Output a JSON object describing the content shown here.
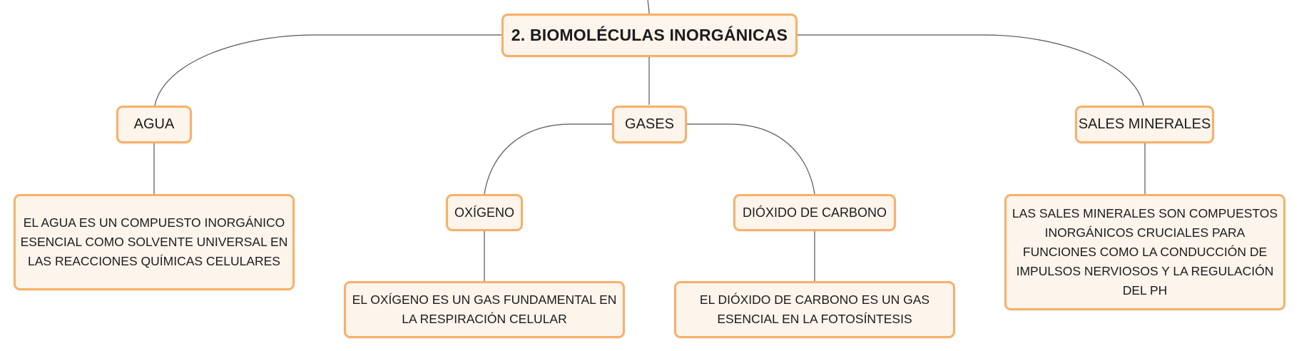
{
  "colors": {
    "node_border": "#f6b168",
    "node_fill": "#fdf4ec",
    "connector": "#555555",
    "text": "#1c1c1c"
  },
  "root": {
    "label": "2. BIOMOLÉCULAS INORGÁNICAS"
  },
  "topics": {
    "agua": {
      "label": "AGUA",
      "description": "EL AGUA ES UN COMPUESTO INORGÁNICO ESENCIAL COMO SOLVENTE UNIVERSAL EN LAS REACCIONES QUÍMICAS CELULARES"
    },
    "gases": {
      "label": "GASES",
      "oxigeno": {
        "label": "OXÍGENO",
        "description": "EL OXÍGENO ES UN GAS FUNDAMENTAL EN LA RESPIRACIÓN CELULAR"
      },
      "dioxido": {
        "label": "DIÓXIDO DE CARBONO",
        "description": "EL DIÓXIDO DE CARBONO ES UN GAS ESENCIAL EN LA FOTOSÍNTESIS"
      }
    },
    "sales": {
      "label": "SALES MINERALES",
      "description": "LAS SALES MINERALES SON COMPUESTOS INORGÁNICOS CRUCIALES PARA FUNCIONES COMO LA CONDUCCIÓN DE IMPULSOS NERVIOSOS Y LA REGULACIÓN DEL PH"
    }
  }
}
